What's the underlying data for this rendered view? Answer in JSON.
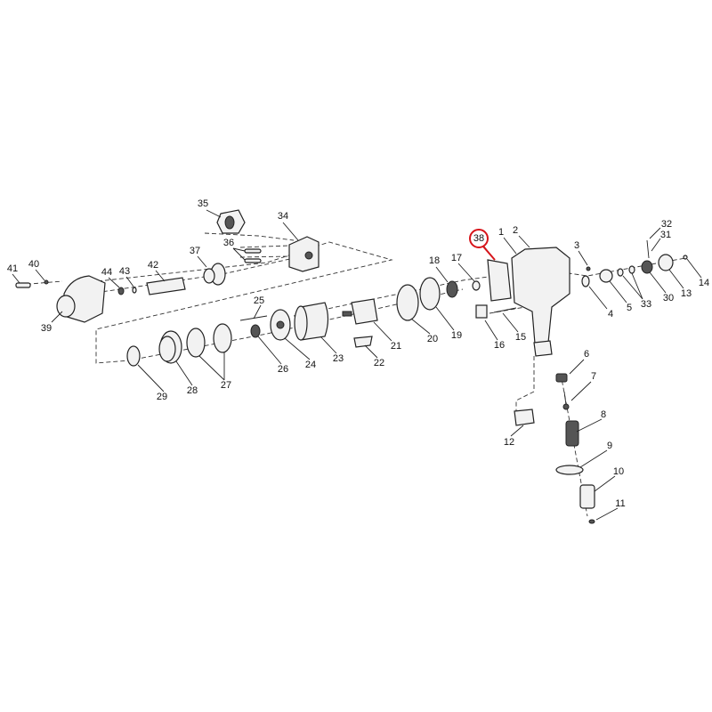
{
  "diagram": {
    "title": "",
    "highlight_color": "#d7141a",
    "highlighted_part": "38",
    "parts": [
      {
        "id": "1"
      },
      {
        "id": "2"
      },
      {
        "id": "3"
      },
      {
        "id": "4"
      },
      {
        "id": "5"
      },
      {
        "id": "6"
      },
      {
        "id": "7"
      },
      {
        "id": "8"
      },
      {
        "id": "9"
      },
      {
        "id": "10"
      },
      {
        "id": "11"
      },
      {
        "id": "12"
      },
      {
        "id": "13"
      },
      {
        "id": "14"
      },
      {
        "id": "15"
      },
      {
        "id": "16"
      },
      {
        "id": "17"
      },
      {
        "id": "18"
      },
      {
        "id": "19"
      },
      {
        "id": "20"
      },
      {
        "id": "21"
      },
      {
        "id": "22"
      },
      {
        "id": "23"
      },
      {
        "id": "24"
      },
      {
        "id": "25"
      },
      {
        "id": "26"
      },
      {
        "id": "27"
      },
      {
        "id": "28"
      },
      {
        "id": "29"
      },
      {
        "id": "30"
      },
      {
        "id": "31"
      },
      {
        "id": "32"
      },
      {
        "id": "33"
      },
      {
        "id": "34"
      },
      {
        "id": "35"
      },
      {
        "id": "36"
      },
      {
        "id": "37"
      },
      {
        "id": "38"
      },
      {
        "id": "39"
      },
      {
        "id": "40"
      },
      {
        "id": "41"
      },
      {
        "id": "42"
      },
      {
        "id": "43"
      },
      {
        "id": "44"
      }
    ]
  }
}
